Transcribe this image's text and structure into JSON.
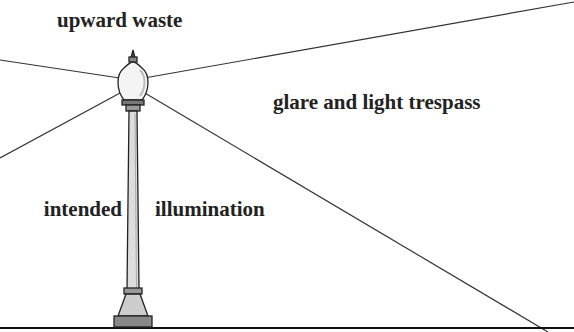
{
  "diagram": {
    "labels": [
      "upward waste",
      "glare and light trespass",
      "intended",
      "illumination"
    ]
  }
}
